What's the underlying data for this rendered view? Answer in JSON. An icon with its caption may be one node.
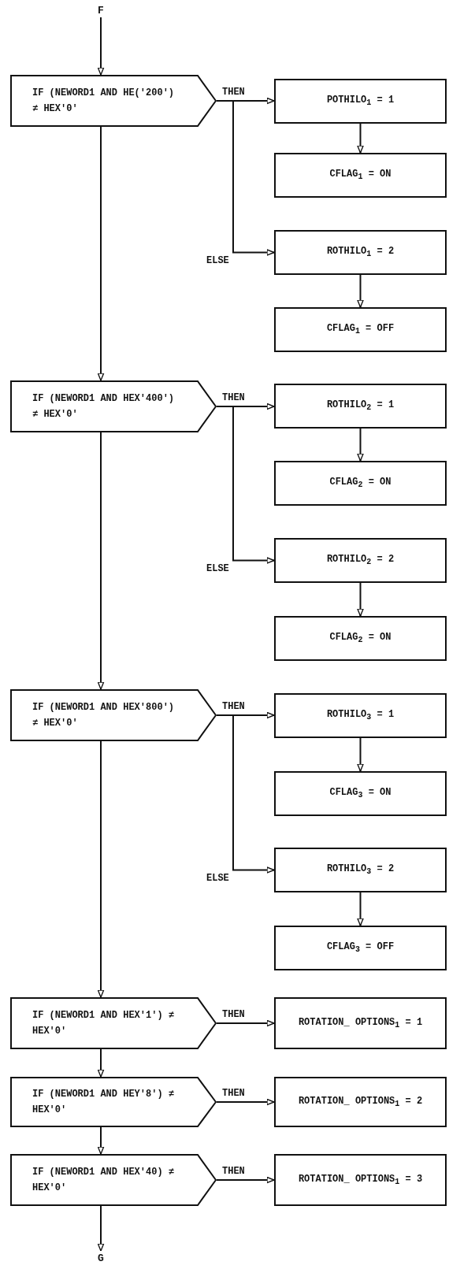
{
  "diagram": {
    "nodes": [
      {
        "text": [
          "F"
        ]
      },
      {
        "text": [
          "IF (NEWORD1 AND HE('200') ≠ HEX'0'"
        ]
      },
      {
        "text": [
          "POTHILO$_{1}$ = 1"
        ]
      },
      {
        "text": [
          "CFLAG$_{1}$ = ON"
        ]
      },
      {
        "text": [
          "ROTHILO$_{1}$ = 2"
        ]
      },
      {
        "text": [
          "CFLAG$_{1}$ = OFF"
        ]
      },
      {
        "text": [
          "IF (NEWORD1 AND HEX'400') ≠ HEX'0'"
        ]
      },
      {
        "text": [
          "ROTHILO$_{2}$ = 1"
        ]
      },
      {
        "text": [
          "CFLAG$_{2}$ = ON"
        ]
      },
      {
        "text": [
          "ROTHILO$_{2}$ = 2"
        ]
      },
      {
        "text": [
          "CFLAG$_{2}$ = ON"
        ]
      },
      {
        "text": [
          "IF (NEWORD1 AND HEX'800') ≠ HEX'0'"
        ]
      },
      {
        "text": [
          "ROTHILO$_{3}$ = 1"
        ]
      },
      {
        "text": [
          "CFLAG$_{3}$ = ON"
        ]
      },
      {
        "text": [
          "ROTHILO$_{3}$ = 2"
        ]
      },
      {
        "text": [
          "CFLAG$_{3}$ = OFF"
        ]
      },
      {
        "text": [
          "IF (NEWORD1 AND HEX'1') ≠ HEX'0'"
        ]
      },
      {
        "text": [
          "ROTATION_ OPTIONS$_{1}$ = 1"
        ]
      },
      {
        "text": [
          "IF (NEWORD1 AND HEY'8') ≠ HEX'0'"
        ]
      },
      {
        "text": [
          "ROTATION_ OPTIONS$_{1}$ = 2"
        ]
      },
      {
        "text": [
          "IF (NEWORD1 AND HEX'40) ≠ HEX'0'"
        ]
      },
      {
        "text": [
          "ROTATION_ OPTIONS$_{1}$ = 3"
        ]
      },
      {
        "text": [
          "G"
        ]
      }
    ],
    "edges": [
      {
        "from": 0,
        "to": 1,
        "arrow": "to"
      },
      {
        "from": 1,
        "to": 2,
        "arrow": "to",
        "label": "THEN"
      },
      {
        "from": 2,
        "to": 3,
        "arrow": "to"
      },
      {
        "from": 1,
        "to": 4,
        "arrow": "to",
        "label": "ELSE"
      },
      {
        "from": 4,
        "to": 5,
        "arrow": "to"
      },
      {
        "from": 1,
        "to": 6,
        "arrow": "to"
      },
      {
        "from": 6,
        "to": 7,
        "arrow": "to",
        "label": "THEN"
      },
      {
        "from": 7,
        "to": 8,
        "arrow": "to"
      },
      {
        "from": 6,
        "to": 9,
        "arrow": "to",
        "label": "ELSE"
      },
      {
        "from": 9,
        "to": 10,
        "arrow": "to"
      },
      {
        "from": 6,
        "to": 11,
        "arrow": "to"
      },
      {
        "from": 11,
        "to": 12,
        "arrow": "to",
        "label": "THEN"
      },
      {
        "from": 12,
        "to": 13,
        "arrow": "to"
      },
      {
        "from": 11,
        "to": 14,
        "arrow": "to",
        "label": "ELSE"
      },
      {
        "from": 14,
        "to": 15,
        "arrow": "to"
      },
      {
        "from": 11,
        "to": 16,
        "arrow": "to"
      },
      {
        "from": 16,
        "to": 17,
        "arrow": "to",
        "label": "THEN"
      },
      {
        "from": 16,
        "to": 18,
        "arrow": "to"
      },
      {
        "from": 18,
        "to": 19,
        "arrow": "to",
        "label": "THEN"
      },
      {
        "from": 18,
        "to": 20,
        "arrow": "to"
      },
      {
        "from": 20,
        "to": 21,
        "arrow": "to",
        "label": "THEN"
      },
      {
        "from": 20,
        "to": 22,
        "arrow": "to"
      }
    ]
  }
}
